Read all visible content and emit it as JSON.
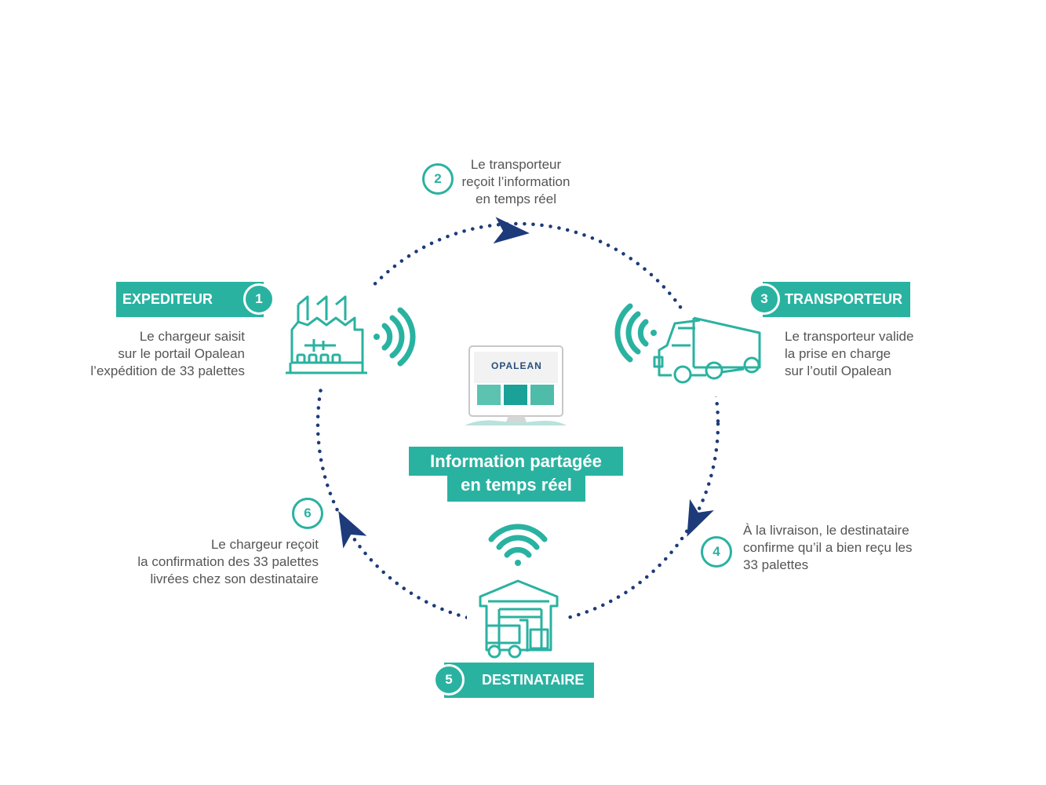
{
  "colors": {
    "teal": "#2ab2a1",
    "navy": "#1d3b7a",
    "text": "#555555"
  },
  "central": {
    "line1": "Information partagée",
    "line2": "en temps réel",
    "logo": "OPALEAN"
  },
  "steps": {
    "s1": {
      "number": "1",
      "label": "EXPEDITEUR",
      "desc": [
        "Le chargeur saisit",
        "sur le portail Opalean",
        "l’expédition de 33 palettes"
      ],
      "icon": "factory-icon"
    },
    "s2": {
      "number": "2",
      "desc": [
        "Le transporteur",
        "reçoit l’information",
        "en temps réel"
      ]
    },
    "s3": {
      "number": "3",
      "label": "TRANSPORTEUR",
      "desc": [
        "Le transporteur valide",
        "la prise en charge",
        "sur l’outil Opalean"
      ],
      "icon": "truck-icon"
    },
    "s4": {
      "number": "4",
      "desc": [
        "À la livraison, le destinataire",
        "confirme qu’il a bien reçu les",
        "33 palettes"
      ]
    },
    "s5": {
      "number": "5",
      "label": "DESTINATAIRE",
      "icon": "warehouse-icon"
    },
    "s6": {
      "number": "6",
      "desc": [
        "Le chargeur reçoit",
        "la confirmation des 33 palettes",
        "livrées chez son destinataire"
      ]
    }
  },
  "icons": [
    "wifi-icon",
    "monitor-icon",
    "arrow-icon"
  ]
}
